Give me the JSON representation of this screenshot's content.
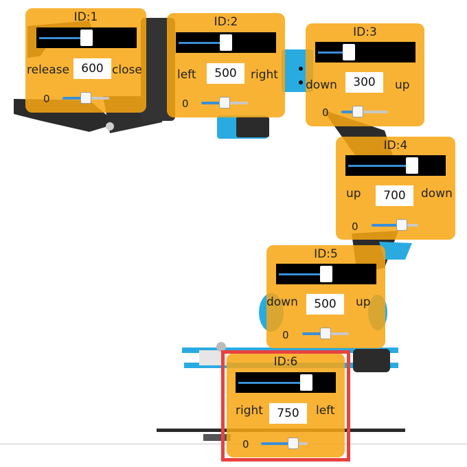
{
  "colors": {
    "panel": "#f7a614",
    "bar_bg": "#000000",
    "bar_fill": "#3a8fd8",
    "highlight": "#e8423f",
    "arm_body": "#2b2b2b",
    "arm_accent": "#29abe2"
  },
  "servos": [
    {
      "title": "ID:1",
      "value": "600",
      "left_label": "release",
      "right_label": "close",
      "min_label": "0",
      "level": 0.5
    },
    {
      "title": "ID:2",
      "value": "500",
      "left_label": "left",
      "right_label": "right",
      "min_label": "0",
      "level": 0.5
    },
    {
      "title": "ID:3",
      "value": "300",
      "left_label": "down",
      "right_label": "up",
      "min_label": "0",
      "level": 0.3
    },
    {
      "title": "ID:4",
      "value": "700",
      "left_label": "up",
      "right_label": "down",
      "min_label": "0",
      "level": 0.7
    },
    {
      "title": "ID:5",
      "value": "500",
      "left_label": "down",
      "right_label": "up",
      "min_label": "0",
      "level": 0.5
    },
    {
      "title": "ID:6",
      "value": "750",
      "left_label": "right",
      "right_label": "left",
      "min_label": "0",
      "level": 0.75
    }
  ]
}
